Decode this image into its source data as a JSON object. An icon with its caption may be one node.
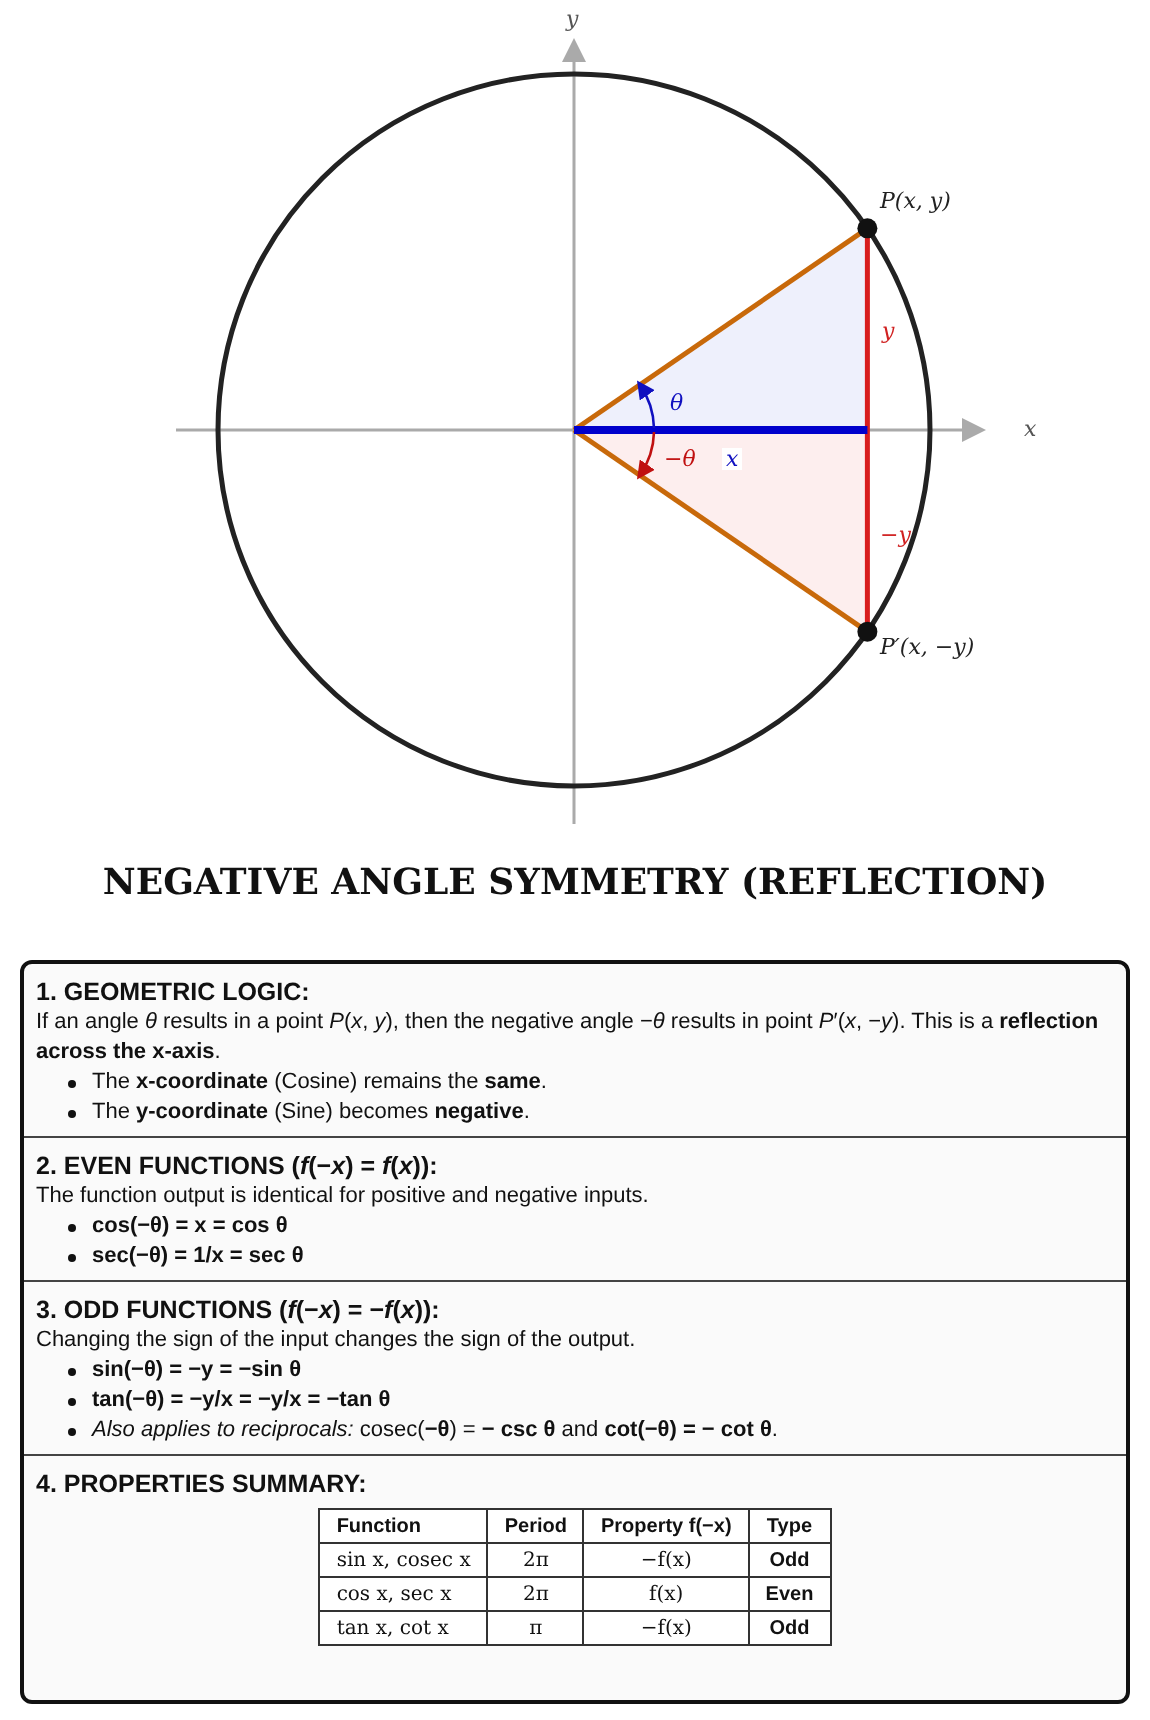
{
  "diagram": {
    "title": "NEGATIVE ANGLE SYMMETRY (REFLECTION)",
    "nodes": [
      {
        "text": [],
        "shape": "box"
      },
      {
        "text": [
          "1. GEOMETRIC LOGIC:",
          "If an angle *θ* results in a point *P*(*x*, *y*), then the negative angle −*θ* results in point *P*′(*x*, −*y*). This is a **reflection across the x-axis**.",
          "The **x-coordinate** (Cosine) remains the **same**.",
          "The **y-coordinate** (Sine) becomes **negative**."
        ],
        "in": 0
      },
      {
        "text": [
          "2. EVEN FUNCTIONS (*f*(−*x*) = *f*(*x*)):",
          "The function output is identical for positive and negative inputs.",
          "**cos(−θ) = x = cos θ**",
          "**sec(−θ) = 1/x = sec θ**"
        ],
        "in": 0
      },
      {
        "text": [
          "3. ODD FUNCTIONS (*f*(−*x*) = −*f*(*x*)):",
          "Changing the sign of the input changes the sign of the output.",
          "**sin(−θ) = −y = −sin θ**",
          "**tan(−θ) = −y/x = −y/x = −tan θ**",
          "*Also applies to reciprocals:* cosec(**−θ**) = **− csc θ** and **cot(−θ) = − cot θ**."
        ],
        "in": 0
      },
      {
        "text": [
          "4. PROPERTIES SUMMARY:"
        ],
        "in": 0
      }
    ],
    "edges": [],
    "labels": [
      "y",
      "x",
      "P(x, y)",
      "P′(x, −y)",
      "θ",
      "−θ",
      "x",
      "y",
      "−y",
      "Function",
      "Period",
      "Property f(−x)",
      "Type",
      "sin x, cosec x",
      "2π",
      "−f(x)",
      "Odd",
      "cos x, sec x",
      "2π",
      "f(x)",
      "Even",
      "tan x, cot x",
      "π",
      "−f(x)",
      "Odd"
    ]
  }
}
